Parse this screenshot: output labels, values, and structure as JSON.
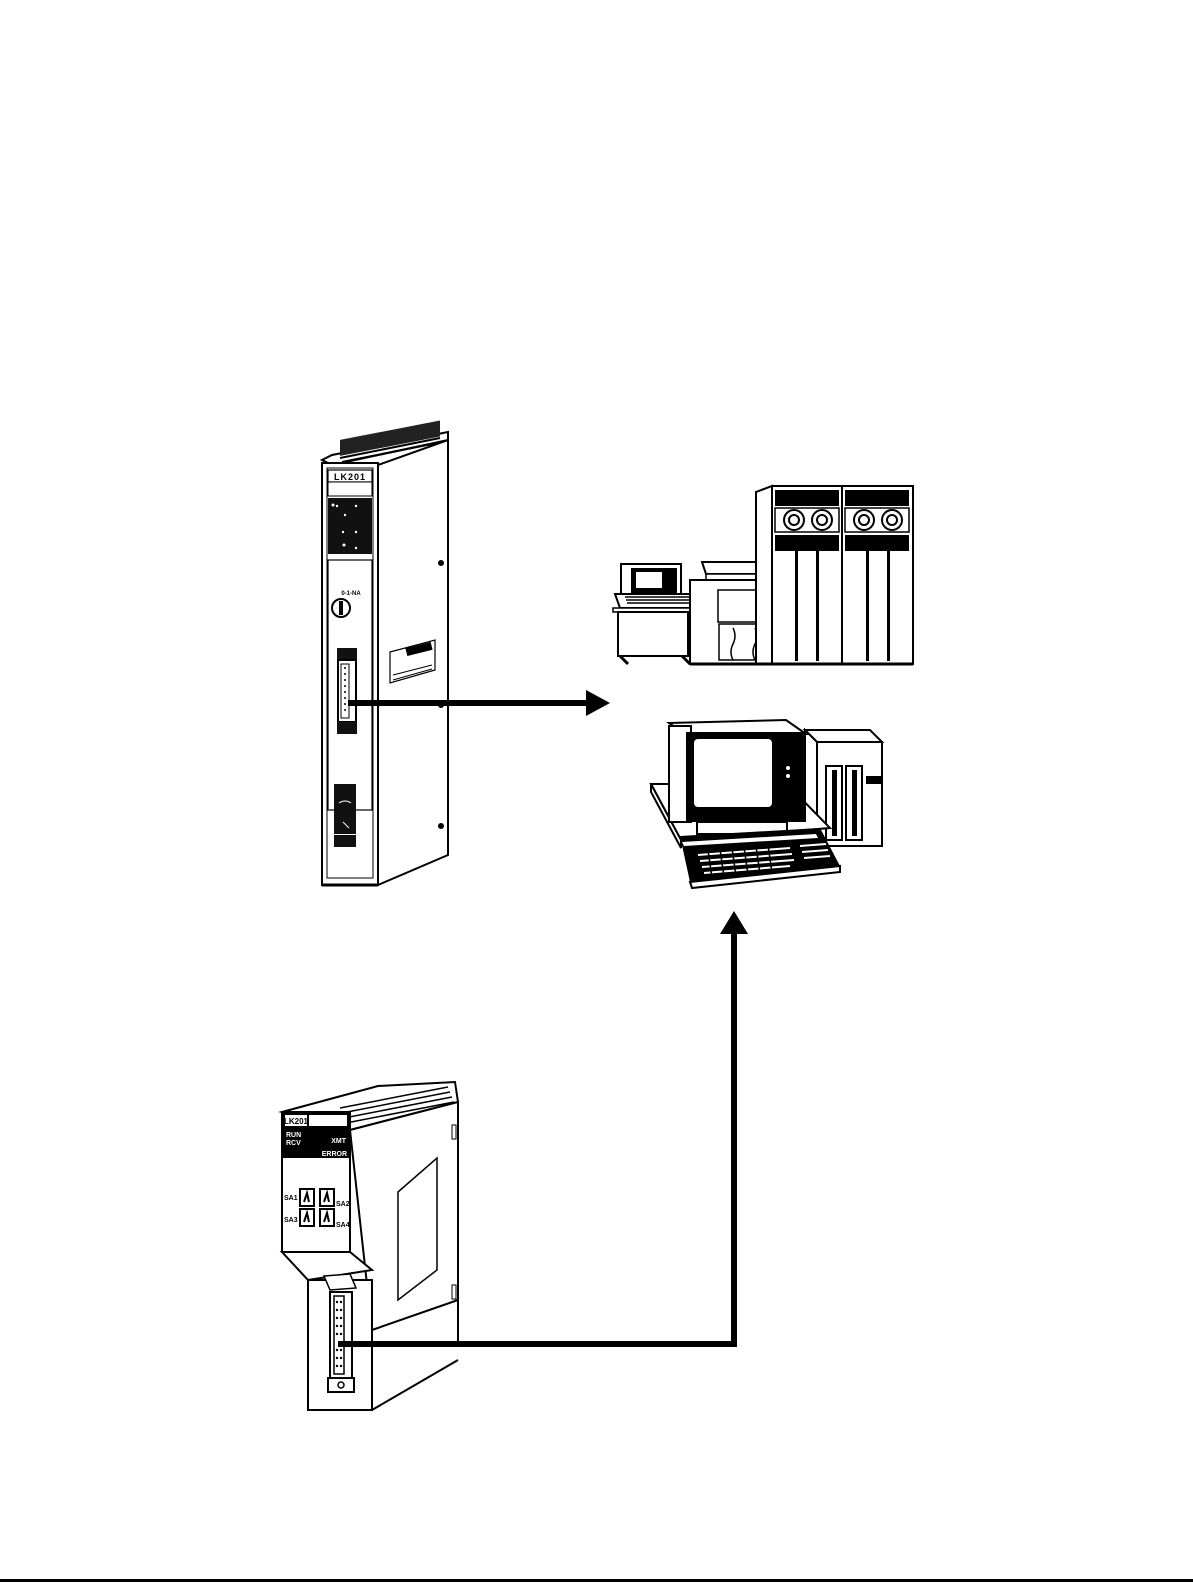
{
  "diagram": {
    "background": "#ffffff",
    "ink": "#000000",
    "devices": {
      "module_top": {
        "label": "LK201",
        "switch_label": "0-1-NA"
      },
      "module_bottom": {
        "label": "LK201",
        "indicators": {
          "run": "RUN",
          "rcv": "RCV",
          "xmt": "XMT",
          "error": "ERROR"
        },
        "switches": [
          "SA1",
          "SA2",
          "SA3",
          "SA4"
        ]
      },
      "host_computer_system": {
        "name": "Host computer system"
      },
      "personal_computer": {
        "name": "Personal computer"
      }
    },
    "connections": [
      {
        "from": "module_top",
        "to": "host_computer_system",
        "direction": "right"
      },
      {
        "from": "module_bottom",
        "to": "personal_computer",
        "direction": "up"
      }
    ]
  }
}
